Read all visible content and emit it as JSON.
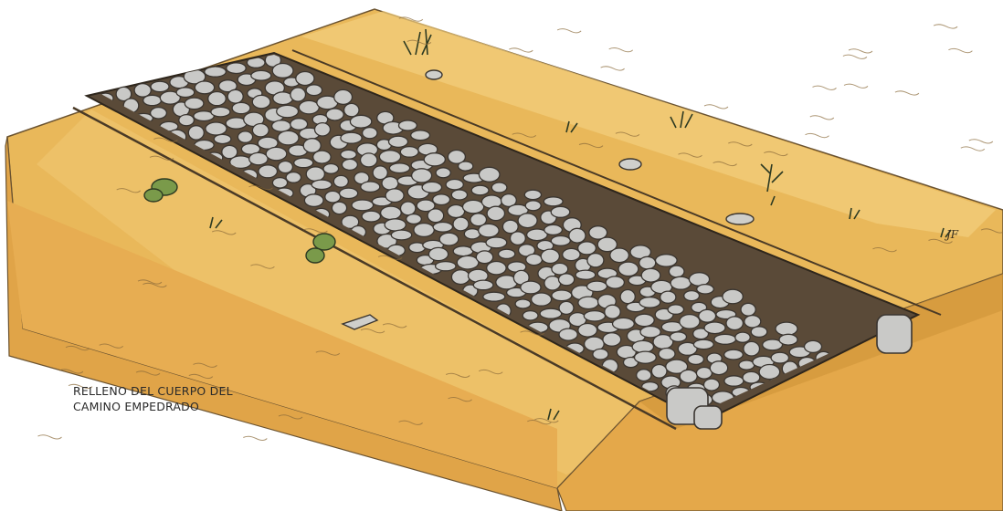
{
  "caption": {
    "line1": "RELLENO DEL CUERPO DEL",
    "line2": "CAMINO EMPEDRADO"
  },
  "signature": "JF",
  "colors": {
    "ground_top": "#e9b85a",
    "ground_light": "#f2cf7e",
    "ground_side": "#e4a84a",
    "ground_side_dark": "#cf9438",
    "stone_fill": "#c9c9c7",
    "stone_edge": "#3a3530",
    "mortar": "#5a4a38",
    "ink": "#2a2a2a"
  }
}
